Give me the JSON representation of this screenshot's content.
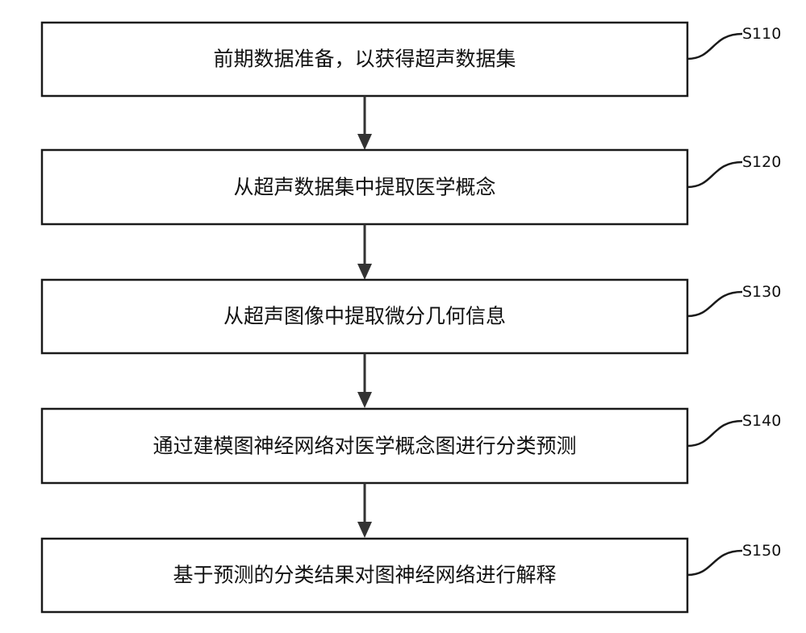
{
  "steps": [
    {
      "id": "S110",
      "text": "前期数据准备，以获得超声数据集"
    },
    {
      "id": "S120",
      "text": "从超声数据集中提取医学概念"
    },
    {
      "id": "S130",
      "text": "从超声图像中提取微分几何信息"
    },
    {
      "id": "S140",
      "text": "通过建模图神经网络对医学概念图进行分类预测"
    },
    {
      "id": "S150",
      "text": "基于预测的分类结果对图神经网络进行解释"
    }
  ]
}
